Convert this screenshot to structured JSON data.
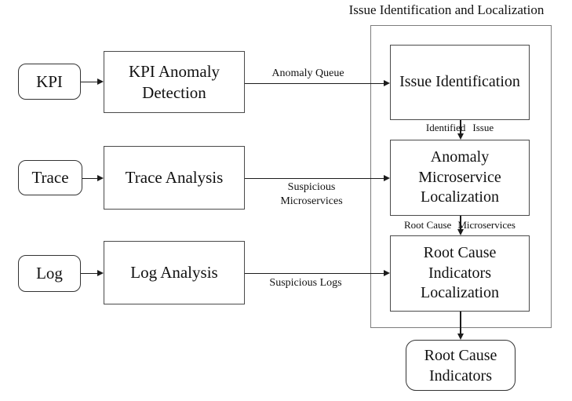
{
  "title": "Issue Identification and Localization",
  "sources": [
    {
      "label": "KPI"
    },
    {
      "label": "Trace"
    },
    {
      "label": "Log"
    }
  ],
  "analysis_boxes": [
    {
      "label": "KPI Anomaly Detection"
    },
    {
      "label": "Trace Analysis"
    },
    {
      "label": "Log Analysis"
    }
  ],
  "pipeline_boxes": [
    {
      "label": "Issue Identification"
    },
    {
      "label": "Anomaly Microservice Localization"
    },
    {
      "label": "Root Cause Indicators Localization"
    }
  ],
  "output_box": {
    "label": "Root Cause Indicators"
  },
  "edge_labels": {
    "anomaly_queue": "Anomaly Queue",
    "suspicious_microservices": "Suspicious Microservices",
    "suspicious_logs": "Suspicious Logs",
    "identified_issue": {
      "left": "Identified",
      "right": "Issue"
    },
    "root_cause_microservices": {
      "left": "Root Cause",
      "right": "Microservices"
    }
  },
  "colors": {
    "background": "#ffffff",
    "box_border": "#4a4a4a",
    "rounded_border": "#333333",
    "container_border": "#7d7d7d",
    "arrow": "#1c1c1c",
    "text": "#111111"
  }
}
